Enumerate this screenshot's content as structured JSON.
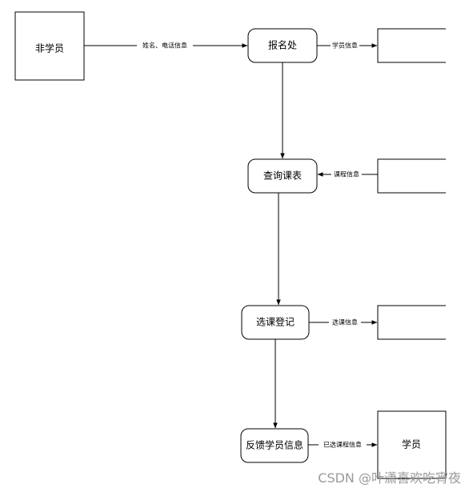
{
  "nodes": {
    "non_student": "非学员",
    "registration": "报名处",
    "query_schedule": "查询课表",
    "course_selection": "选课登记",
    "feedback": "反馈学员信息",
    "student": "学员"
  },
  "edges": {
    "name_phone": "姓名、电话信息",
    "student_info": "学员信息",
    "course_info": "课程信息",
    "selection_info": "选课信息",
    "selected_course_info": "已选课程信息"
  },
  "watermark": "CSDN @叶潇喜欢吃宵夜"
}
